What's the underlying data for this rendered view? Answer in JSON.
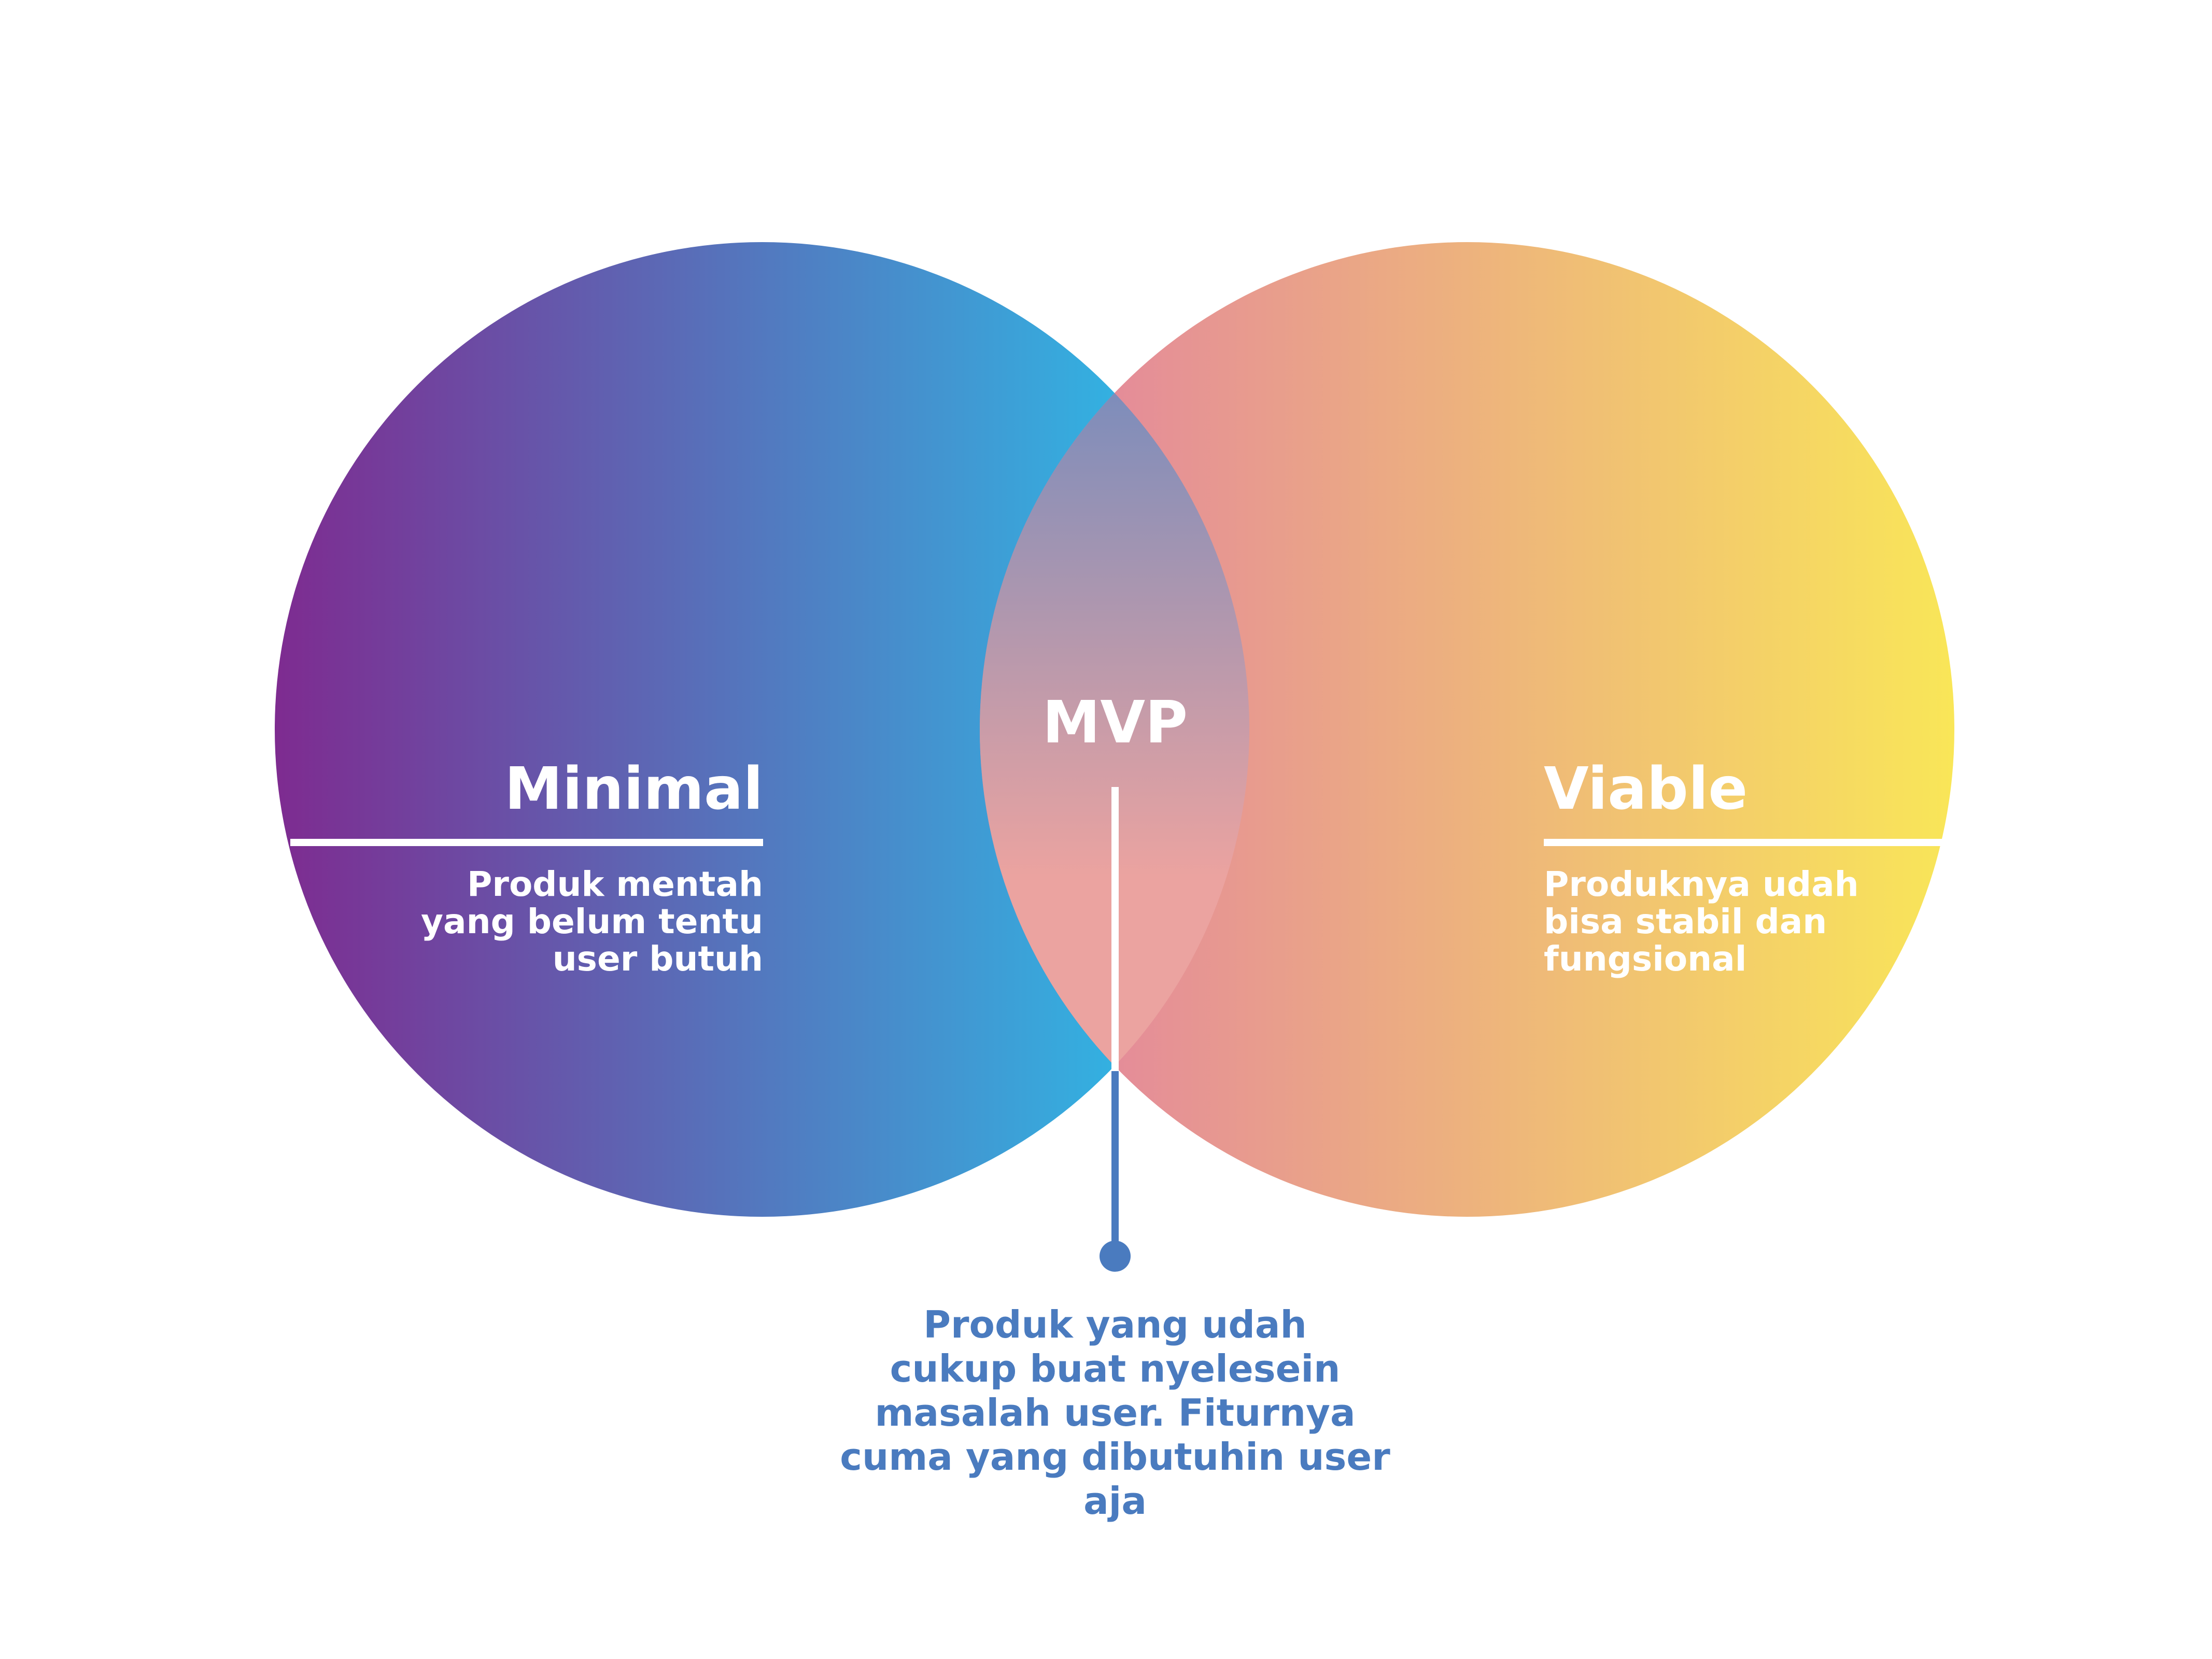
{
  "colors": {
    "minimal_start": "#7e2b90",
    "minimal_end": "#27c6ee",
    "viable_start": "#e17ea3",
    "viable_end": "#f9e658",
    "overlap_top": "#5b86c3",
    "overlap_bottom": "#eba3a0",
    "connector_white": "#ffffff",
    "connector_blue": "#4a7bbf"
  },
  "minimal": {
    "title": "Minimal",
    "desc": [
      "Produk mentah",
      "yang belum tentu",
      "user butuh"
    ]
  },
  "mvp": {
    "title": "MVP",
    "desc": [
      "Produk yang udah",
      "cukup buat nyelesein",
      "masalah user. Fiturnya",
      "cuma yang dibutuhin user",
      "aja"
    ]
  },
  "viable": {
    "title": "Viable",
    "desc": [
      "Produknya udah",
      "bisa stabil dan",
      "fungsional"
    ]
  }
}
